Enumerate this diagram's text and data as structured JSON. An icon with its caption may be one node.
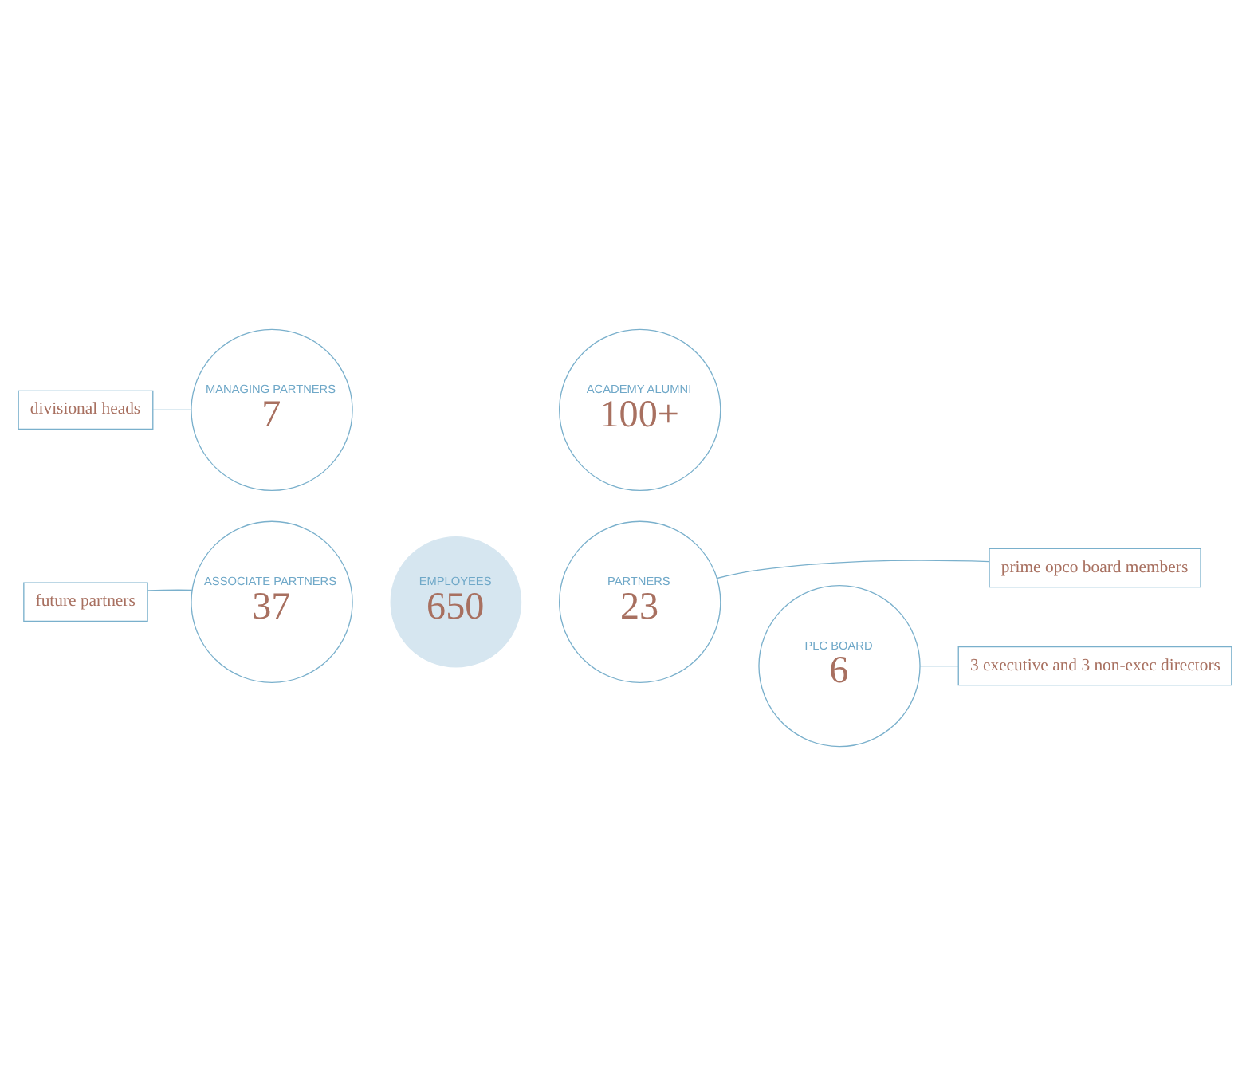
{
  "diagram": {
    "nodes": [
      {
        "text": [
          "future partners"
        ]
      },
      {
        "text": [
          "ASSOCIATE PARTNERS",
          "37"
        ]
      },
      {
        "text": [
          "PARTNERS",
          "23"
        ]
      },
      {
        "text": [
          "prime opco board members"
        ]
      },
      {
        "text": [
          "EMPLOYEES",
          "650"
        ]
      },
      {
        "text": [
          "PLC BOARD",
          "6"
        ]
      },
      {
        "text": [
          "divisional heads"
        ]
      },
      {
        "text": [
          "MANAGING PARTNERS",
          "7"
        ]
      },
      {
        "text": [
          "ACADEMY ALUMNI",
          "100+"
        ]
      },
      {
        "text": [
          "3 executive and 3 non-exec directors"
        ]
      }
    ],
    "edges": [
      {
        "from": 0,
        "to": 1,
        "arrow": "none"
      },
      {
        "from": 3,
        "to": 2,
        "arrow": "none"
      },
      {
        "from": 6,
        "to": 7,
        "arrow": "none"
      },
      {
        "from": 9,
        "to": 5,
        "arrow": "none"
      }
    ]
  }
}
